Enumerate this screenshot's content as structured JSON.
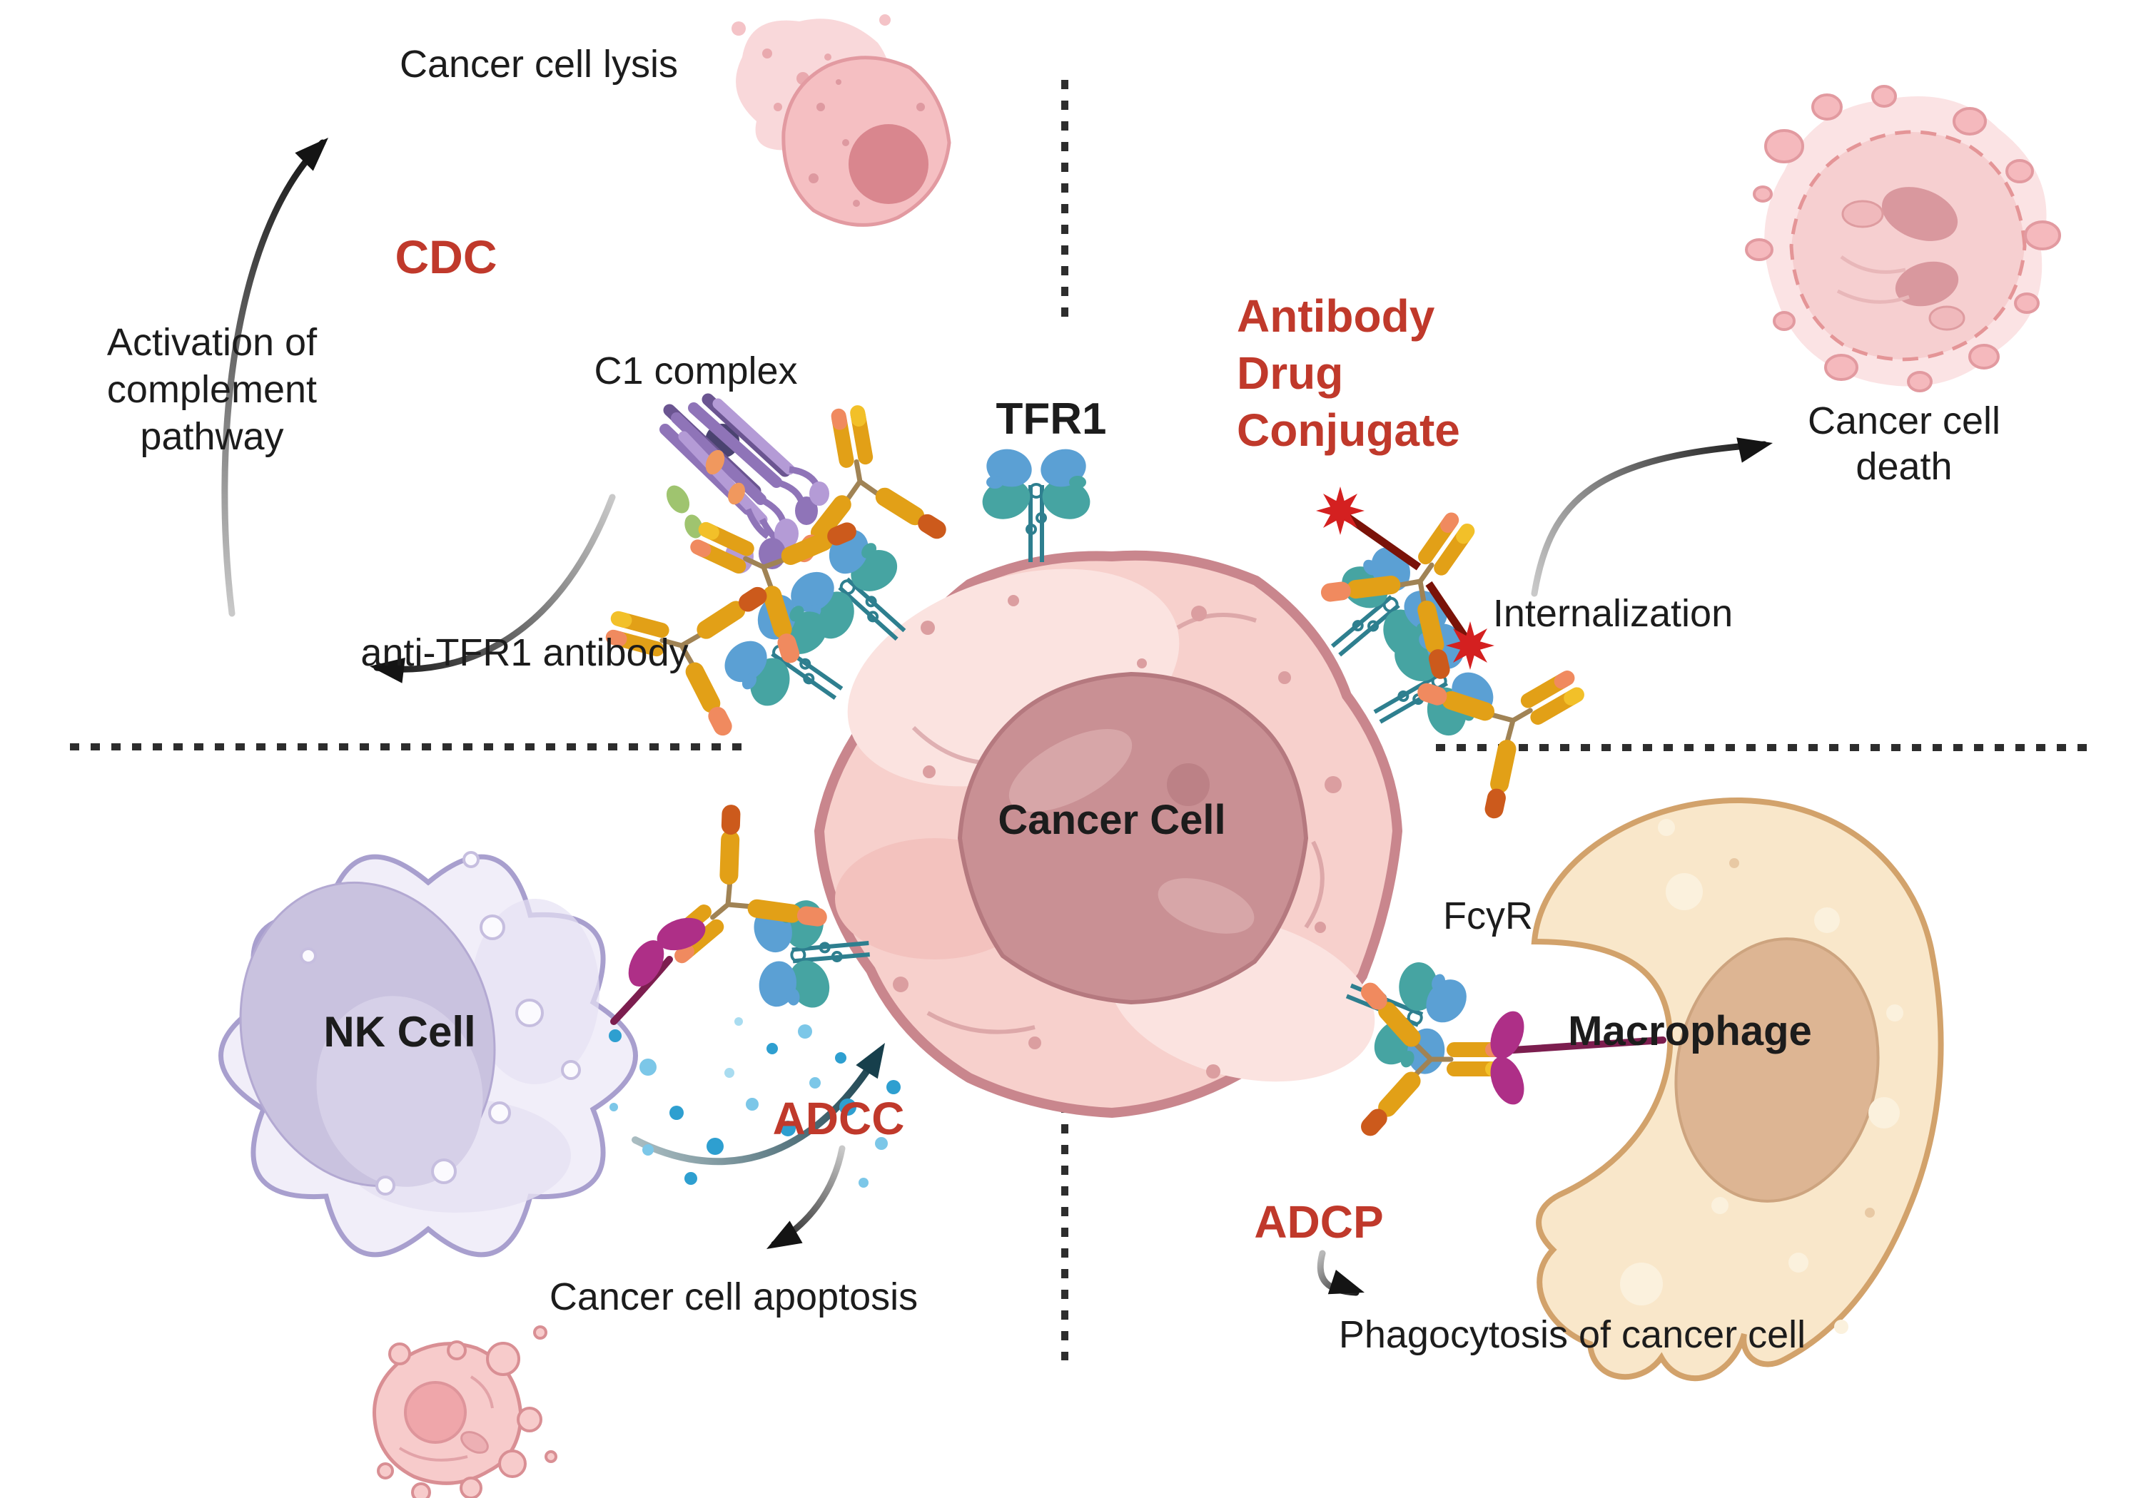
{
  "figure": {
    "center": {
      "cell_label": "Cancer Cell",
      "receptor_label": "TFR1"
    },
    "quadrant_cdc": {
      "mechanism": "CDC",
      "outcome": "Cancer cell lysis",
      "step_lines": [
        "Activation of",
        "complement",
        "pathway"
      ],
      "complex_label": "C1 complex",
      "antibody_label": "anti-TFR1 antibody"
    },
    "quadrant_adc": {
      "mechanism_lines": [
        "Antibody",
        "Drug",
        "Conjugate"
      ],
      "step": "Internalization",
      "outcome_lines": [
        "Cancer cell",
        "death"
      ]
    },
    "quadrant_adcc": {
      "mechanism": "ADCC",
      "effector_cell": "NK Cell",
      "outcome": "Cancer cell apoptosis"
    },
    "quadrant_adcp": {
      "mechanism": "ADCP",
      "effector_cell": "Macrophage",
      "receptor_label": "FcγR",
      "outcome": "Phagocytosis of cancer cell"
    }
  },
  "colors": {
    "mechanism_red": "#c0392b",
    "text_black": "#1c1c1c",
    "divider": "#2d2d2d",
    "cancer_cell_fill": "#f7d0cc",
    "cancer_cell_outline": "#c9868d",
    "nk_cell_fill": "#f1eef9",
    "nk_cell_outline": "#a89fce",
    "macrophage_fill": "#f9e7ca",
    "macrophage_outline": "#d2a26b",
    "antibody_gold": "#e2a017",
    "tfr1_blue": "#5ba0d4",
    "tfr1_teal": "#46a4a2",
    "fcgr_magenta": "#ae2f87",
    "drug_red": "#d42020",
    "granzyme_blue": "#2e9fd0"
  }
}
